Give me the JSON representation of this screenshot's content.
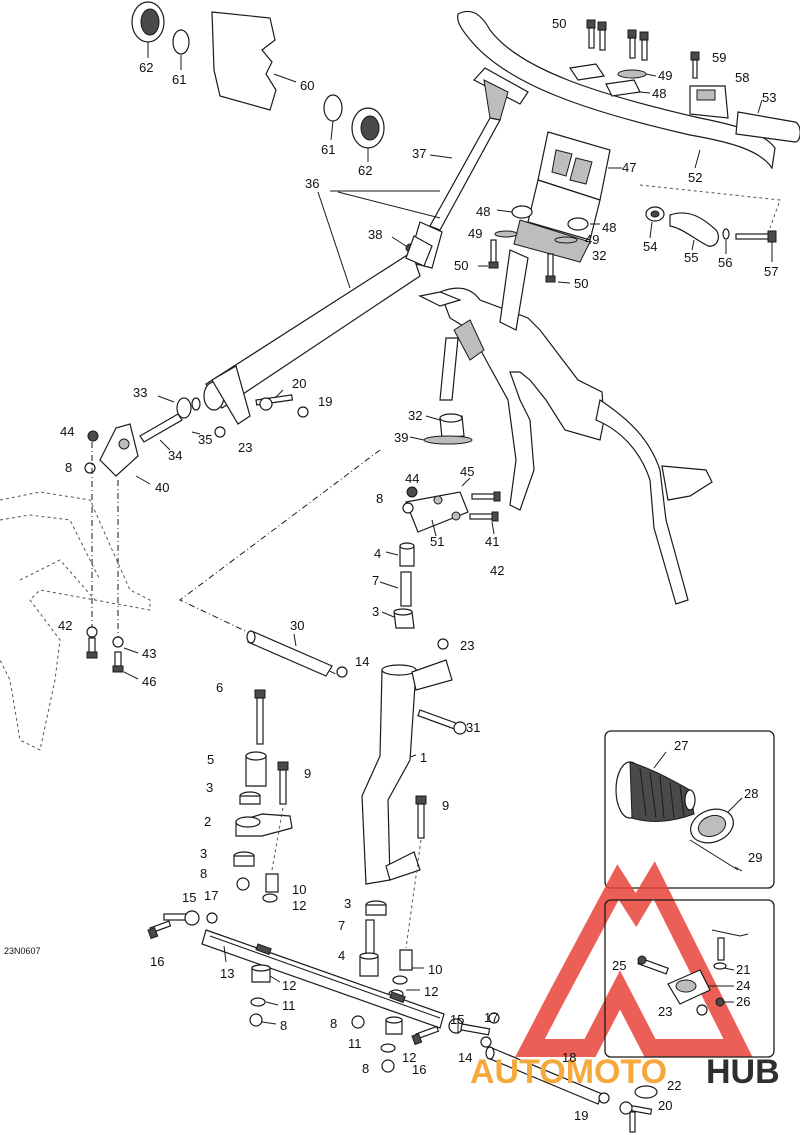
{
  "figure": {
    "reference_code": "23N0607",
    "callouts": [
      {
        "id": "c62a",
        "text": "62"
      },
      {
        "id": "c61a",
        "text": "61"
      },
      {
        "id": "c60",
        "text": "60"
      },
      {
        "id": "c61b",
        "text": "61"
      },
      {
        "id": "c62b",
        "text": "62"
      },
      {
        "id": "c37",
        "text": "37"
      },
      {
        "id": "c36",
        "text": "36"
      },
      {
        "id": "c38",
        "text": "38"
      },
      {
        "id": "c33",
        "text": "33"
      },
      {
        "id": "c44a",
        "text": "44"
      },
      {
        "id": "c8a",
        "text": "8"
      },
      {
        "id": "c35",
        "text": "35"
      },
      {
        "id": "c34",
        "text": "34"
      },
      {
        "id": "c40",
        "text": "40"
      },
      {
        "id": "c20a",
        "text": "20"
      },
      {
        "id": "c19a",
        "text": "19"
      },
      {
        "id": "c23a",
        "text": "23"
      },
      {
        "id": "c50a",
        "text": "50"
      },
      {
        "id": "c49a",
        "text": "49"
      },
      {
        "id": "c48a",
        "text": "48"
      },
      {
        "id": "c59",
        "text": "59"
      },
      {
        "id": "c58",
        "text": "58"
      },
      {
        "id": "c53",
        "text": "53"
      },
      {
        "id": "c52",
        "text": "52"
      },
      {
        "id": "c47",
        "text": "47"
      },
      {
        "id": "c48b",
        "text": "48"
      },
      {
        "id": "c48c",
        "text": "48"
      },
      {
        "id": "c49b",
        "text": "49"
      },
      {
        "id": "c49c",
        "text": "49"
      },
      {
        "id": "c32a",
        "text": "32"
      },
      {
        "id": "c50b",
        "text": "50"
      },
      {
        "id": "c50c",
        "text": "50"
      },
      {
        "id": "c54",
        "text": "54"
      },
      {
        "id": "c55",
        "text": "55"
      },
      {
        "id": "c56",
        "text": "56"
      },
      {
        "id": "c57",
        "text": "57"
      },
      {
        "id": "c32b",
        "text": "32"
      },
      {
        "id": "c39",
        "text": "39"
      },
      {
        "id": "c44b",
        "text": "44"
      },
      {
        "id": "c45",
        "text": "45"
      },
      {
        "id": "c8b",
        "text": "8"
      },
      {
        "id": "c51",
        "text": "51"
      },
      {
        "id": "c41",
        "text": "41"
      },
      {
        "id": "c4a",
        "text": "4"
      },
      {
        "id": "c42a",
        "text": "42"
      },
      {
        "id": "c7a",
        "text": "7"
      },
      {
        "id": "c3a",
        "text": "3"
      },
      {
        "id": "c42b",
        "text": "42"
      },
      {
        "id": "c43",
        "text": "43"
      },
      {
        "id": "c46",
        "text": "46"
      },
      {
        "id": "c30",
        "text": "30"
      },
      {
        "id": "c14a",
        "text": "14"
      },
      {
        "id": "c23b",
        "text": "23"
      },
      {
        "id": "c31",
        "text": "31"
      },
      {
        "id": "c6",
        "text": "6"
      },
      {
        "id": "c1",
        "text": "1"
      },
      {
        "id": "c5",
        "text": "5"
      },
      {
        "id": "c9a",
        "text": "9"
      },
      {
        "id": "c3b",
        "text": "3"
      },
      {
        "id": "c9b",
        "text": "9"
      },
      {
        "id": "c2",
        "text": "2"
      },
      {
        "id": "c3c",
        "text": "3"
      },
      {
        "id": "c8c",
        "text": "8"
      },
      {
        "id": "c10a",
        "text": "10"
      },
      {
        "id": "c12a",
        "text": "12"
      },
      {
        "id": "c3d",
        "text": "3"
      },
      {
        "id": "c15a",
        "text": "15"
      },
      {
        "id": "c17a",
        "text": "17"
      },
      {
        "id": "c16a",
        "text": "16"
      },
      {
        "id": "c7b",
        "text": "7"
      },
      {
        "id": "c13",
        "text": "13"
      },
      {
        "id": "c4b",
        "text": "4"
      },
      {
        "id": "c10b",
        "text": "10"
      },
      {
        "id": "c12b",
        "text": "12"
      },
      {
        "id": "c11a",
        "text": "11"
      },
      {
        "id": "c8d",
        "text": "8"
      },
      {
        "id": "c12c",
        "text": "12"
      },
      {
        "id": "c8e",
        "text": "8"
      },
      {
        "id": "c11b",
        "text": "11"
      },
      {
        "id": "c12d",
        "text": "12"
      },
      {
        "id": "c8f",
        "text": "8"
      },
      {
        "id": "c16b",
        "text": "16"
      },
      {
        "id": "c15b",
        "text": "15"
      },
      {
        "id": "c17b",
        "text": "17"
      },
      {
        "id": "c14b",
        "text": "14"
      },
      {
        "id": "c18",
        "text": "18"
      },
      {
        "id": "c22",
        "text": "22"
      },
      {
        "id": "c19b",
        "text": "19"
      },
      {
        "id": "c20b",
        "text": "20"
      },
      {
        "id": "c27",
        "text": "27"
      },
      {
        "id": "c28",
        "text": "28"
      },
      {
        "id": "c29",
        "text": "29"
      },
      {
        "id": "c25",
        "text": "25"
      },
      {
        "id": "c21",
        "text": "21"
      },
      {
        "id": "c24",
        "text": "24"
      },
      {
        "id": "c26",
        "text": "26"
      },
      {
        "id": "c23c",
        "text": "23"
      }
    ]
  },
  "watermark": {
    "brand_left": "AUTOMOTO",
    "brand_right": "HUB",
    "colors": {
      "triangle": "#e8433a",
      "left_text": "#f6a93b",
      "right_text": "#2f2f2f"
    }
  }
}
